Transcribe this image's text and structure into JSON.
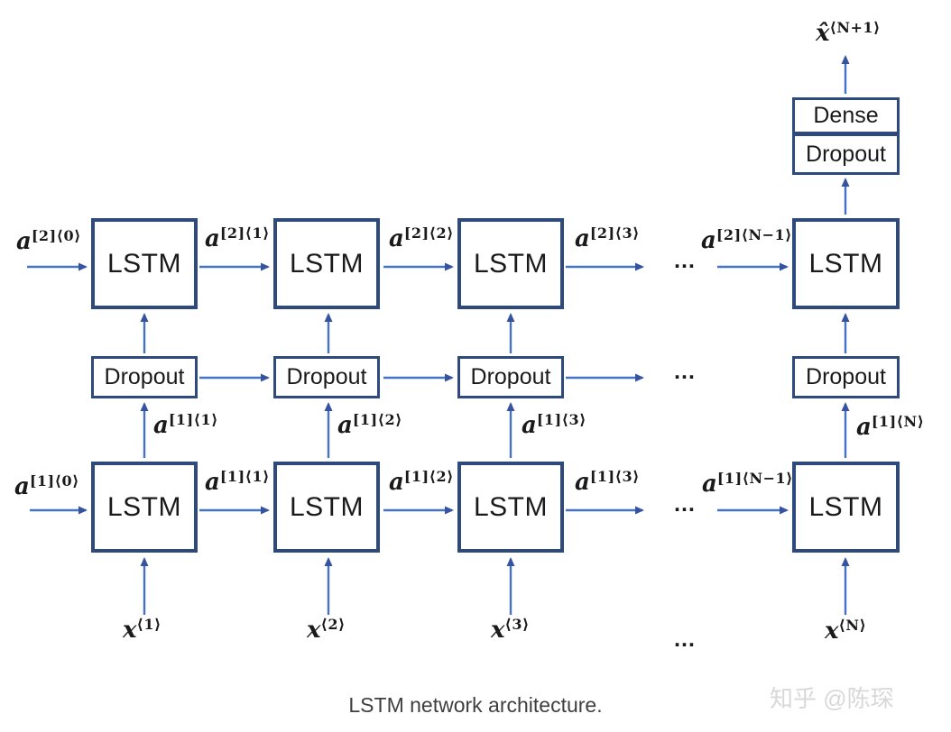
{
  "diagram": {
    "title_caption": "LSTM network architecture.",
    "watermark": "知乎 @陈琛",
    "ellipsis": "…",
    "box_labels": {
      "lstm": "LSTM",
      "dropout": "Dropout",
      "dense": "Dense"
    },
    "labels": {
      "a2_0": {
        "base": "a",
        "sup": "[2]⟨0⟩"
      },
      "a2_1": {
        "base": "a",
        "sup": "[2]⟨1⟩"
      },
      "a2_2": {
        "base": "a",
        "sup": "[2]⟨2⟩"
      },
      "a2_3": {
        "base": "a",
        "sup": "[2]⟨3⟩"
      },
      "a2_Nm1": {
        "base": "a",
        "sup": "[2]⟨N−1⟩"
      },
      "a1_1v": {
        "base": "a",
        "sup": "[1]⟨1⟩"
      },
      "a1_2v": {
        "base": "a",
        "sup": "[1]⟨2⟩"
      },
      "a1_3v": {
        "base": "a",
        "sup": "[1]⟨3⟩"
      },
      "a1_Nv": {
        "base": "a",
        "sup": "[1]⟨N⟩"
      },
      "a1_0": {
        "base": "a",
        "sup": "[1]⟨0⟩"
      },
      "a1_1": {
        "base": "a",
        "sup": "[1]⟨1⟩"
      },
      "a1_2": {
        "base": "a",
        "sup": "[1]⟨2⟩"
      },
      "a1_3": {
        "base": "a",
        "sup": "[1]⟨3⟩"
      },
      "a1_Nm1": {
        "base": "a",
        "sup": "[1]⟨N−1⟩"
      },
      "x1": {
        "base": "x",
        "sup": "⟨1⟩"
      },
      "x2": {
        "base": "x",
        "sup": "⟨2⟩"
      },
      "x3": {
        "base": "x",
        "sup": "⟨3⟩"
      },
      "xN": {
        "base": "x",
        "sup": "⟨N⟩"
      },
      "xhat": {
        "base": "x̂",
        "sup": "⟨N+1⟩"
      }
    },
    "colors": {
      "box_border": "#2e4a7c",
      "arrow_line": "#4472c4",
      "arrow_head": "#35539e",
      "label_text": "#1a1a1a",
      "caption_text": "#3f3f3f",
      "watermark_text": "#d8d8d8"
    }
  }
}
